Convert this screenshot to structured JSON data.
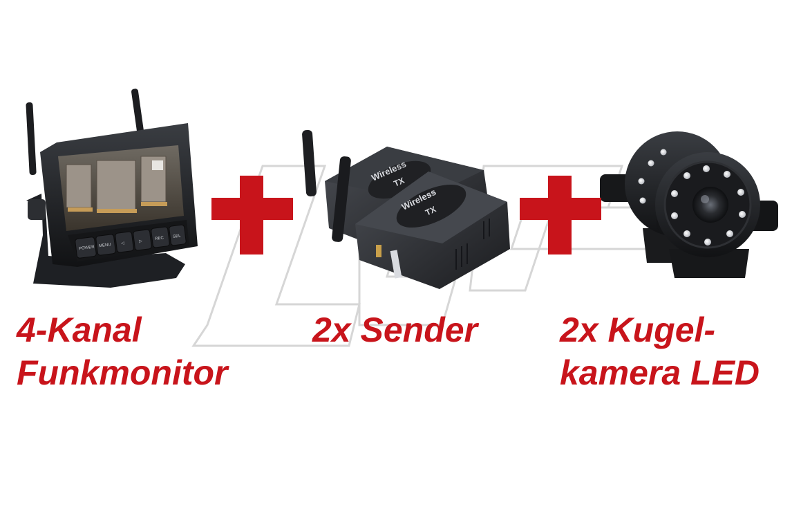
{
  "products": [
    {
      "name": "monitor",
      "caption_lines": [
        "4-Kanal",
        "Funkmonitor"
      ],
      "button_labels": [
        "POWER",
        "MENU",
        "◁",
        "▷",
        "REC",
        "SEL"
      ]
    },
    {
      "name": "sender",
      "caption_lines": [
        "2x Sender"
      ],
      "device_label_top": "Wireless",
      "device_label_bottom": "TX"
    },
    {
      "name": "camera",
      "caption_lines": [
        "2x Kugel-",
        "kamera LED"
      ]
    }
  ],
  "colors": {
    "accent_red": "#c8141b",
    "device_black": "#1e2024",
    "watermark": "#d4d4d4"
  },
  "icons": [
    "plus-icon",
    "watermark-logo"
  ]
}
